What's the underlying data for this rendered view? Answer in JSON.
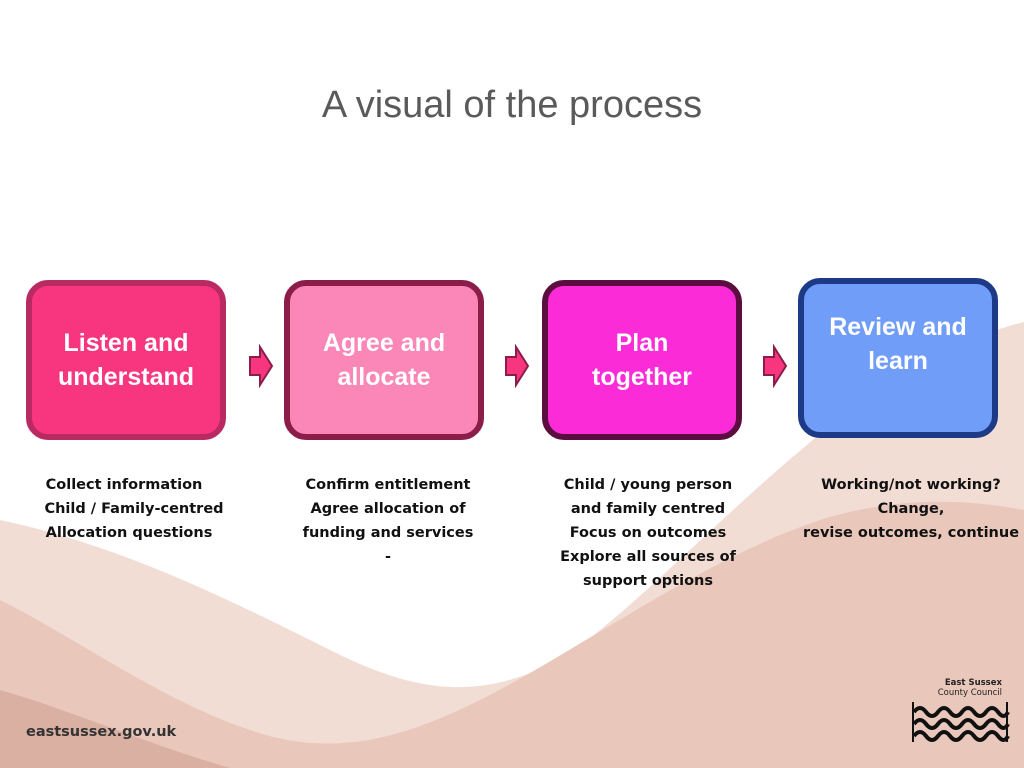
{
  "title": "A visual of the process",
  "steps": [
    {
      "label": "Listen and\nunderstand",
      "color": "#f7367f",
      "border": "#b92a62",
      "details": [
        "Collect information",
        "Child / Family-centred",
        "Allocation questions"
      ]
    },
    {
      "label": "Agree and\nallocate",
      "color": "#fb86b8",
      "border": "#8c1d4b",
      "details": [
        "Confirm entitlement",
        "Agree allocation of",
        "funding and services",
        "-"
      ]
    },
    {
      "label": "Plan\ntogether",
      "color": "#fb2bd7",
      "border": "#5b0d3f",
      "details": [
        "Child / young person",
        "and family centred",
        "Focus on outcomes",
        "Explore all sources of",
        "support options"
      ]
    },
    {
      "label": "Review and\nlearn",
      "color": "#6f9df8",
      "border": "#1d3a86",
      "details": [
        "Working/not working?",
        "Change,",
        "revise outcomes, continue"
      ]
    }
  ],
  "arrow_color": "#f7367f",
  "footer": {
    "website": "eastsussex.gov.uk"
  },
  "logo": {
    "line1": "East Sussex",
    "line2": "County Council",
    "icon": "waves-logo-icon"
  }
}
